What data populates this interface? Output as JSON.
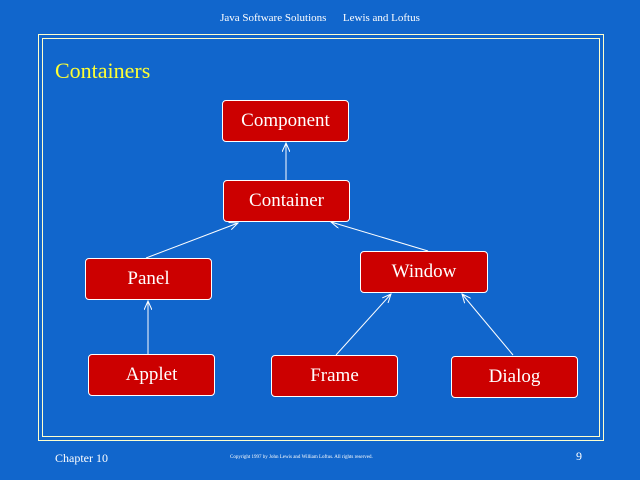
{
  "header": "Java Software Solutions      Lewis and Loftus",
  "title": "Containers",
  "nodes": {
    "component": "Component",
    "container": "Container",
    "panel": "Panel",
    "window": "Window",
    "applet": "Applet",
    "frame": "Frame",
    "dialog": "Dialog"
  },
  "edges": [
    {
      "from": "Container",
      "to": "Component"
    },
    {
      "from": "Panel",
      "to": "Container"
    },
    {
      "from": "Window",
      "to": "Container"
    },
    {
      "from": "Applet",
      "to": "Panel"
    },
    {
      "from": "Frame",
      "to": "Window"
    },
    {
      "from": "Dialog",
      "to": "Window"
    }
  ],
  "footer": {
    "chapter": "Chapter 10",
    "copyright": "Copyright 1997 by John Lewis and William Loftus.  All rights reserved.",
    "page_number": "9"
  },
  "colors": {
    "background": "#1166cc",
    "node_fill": "#cc0000",
    "title": "#ffff33",
    "frame": "#ffffcc"
  }
}
